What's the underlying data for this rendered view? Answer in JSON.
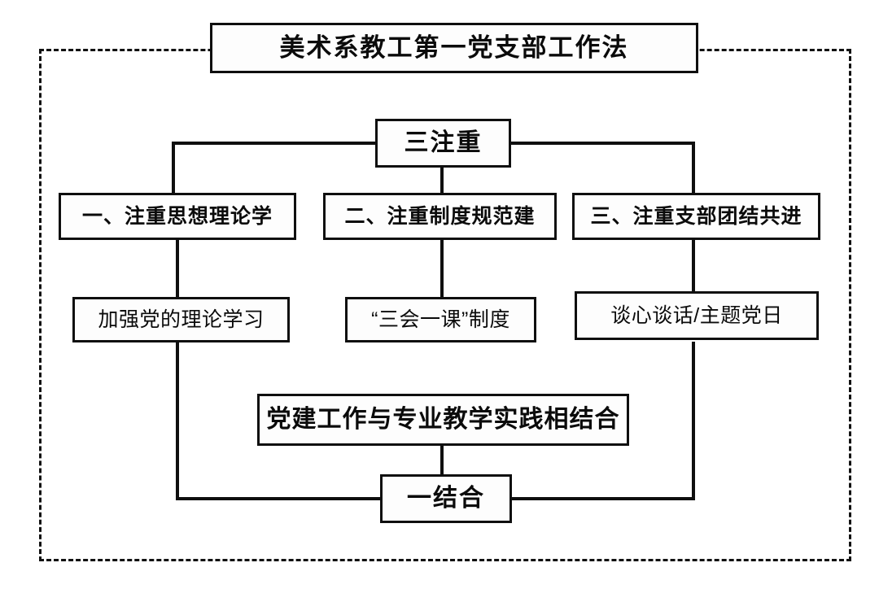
{
  "diagram": {
    "title": "美术系教工第一党支部工作法",
    "frame": {
      "style": "dashed"
    },
    "hub": {
      "label": "三注重"
    },
    "branches": [
      {
        "label": "一、注重思想理论学"
      },
      {
        "label": "二、注重制度规范建"
      },
      {
        "label": "三、注重支部团结共进"
      }
    ],
    "leaves": [
      {
        "label": "加强党的理论学习"
      },
      {
        "label": "“三会一课”制度"
      },
      {
        "label": "谈心谈话/主题党日"
      }
    ],
    "integration": {
      "label": "党建工作与专业教学实践相结合"
    },
    "footer": {
      "label": "一结合"
    },
    "colors": {
      "line": "#0f0f0f",
      "box_border": "#0f0f0f",
      "box_fill": "#fdfdfd",
      "text": "#0b0b0b",
      "background": "#ffffff"
    }
  }
}
